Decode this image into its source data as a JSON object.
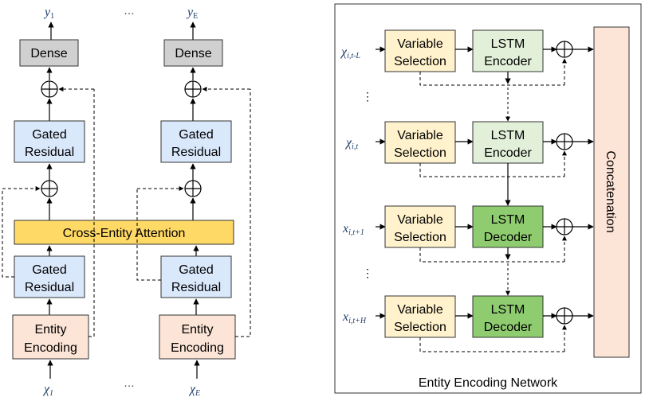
{
  "left": {
    "outputs": [
      "y",
      "y"
    ],
    "output_subs": [
      "1",
      "E"
    ],
    "ellipsis": "…",
    "dense_label": "Dense",
    "gated_line1": "Gated",
    "gated_line2": "Residual",
    "attention_label": "Cross-Entity Attention",
    "entity_line1": "Entity",
    "entity_line2": "Encoding",
    "inputs": [
      "χ",
      "χ"
    ],
    "input_subs": [
      "1",
      "E"
    ]
  },
  "right": {
    "caption": "Entity Encoding Network",
    "vs_line1": "Variable",
    "vs_line2": "Selection",
    "lstm_line": "LSTM",
    "encoder": "Encoder",
    "decoder": "Decoder",
    "concat_label": "Concatenation",
    "ellipsis": "⋮",
    "rows": [
      {
        "sym": "χ",
        "sub": "i,t-L"
      },
      {
        "sym": "χ",
        "sub": "i,t"
      },
      {
        "sym": "x",
        "sub": "i,t+1"
      },
      {
        "sym": "x",
        "sub": "i,t+H"
      }
    ]
  },
  "colors": {
    "dense": "#d0d0d0",
    "gated": "#dae8fc",
    "attention": "#ffd966",
    "entity": "#fce4d6",
    "variable": "#fff2cc",
    "encoder": "#e2f0d9",
    "decoder": "#8fcc6f",
    "concat": "#fce4d6"
  }
}
